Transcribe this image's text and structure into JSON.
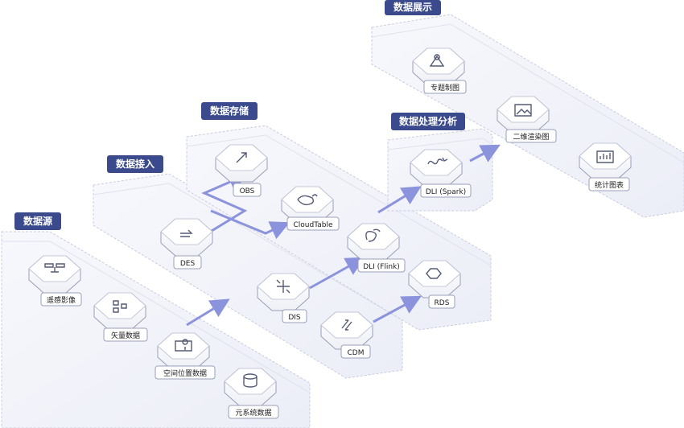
{
  "colors": {
    "header_bg": "#3a4a8c",
    "arrow": "#8b93dc",
    "platform_fill": "#f4f5fb",
    "platform_stroke": "#c9cce0",
    "node_fill": "#ffffff",
    "node_stroke": "#9a9fb8"
  },
  "layers": [
    {
      "title": "数据源"
    },
    {
      "title": "数据接入"
    },
    {
      "title": "数据存储"
    },
    {
      "title": "数据处理分析"
    },
    {
      "title": "数据展示"
    }
  ],
  "nodes": [
    {
      "label": "遥感影像",
      "icon": "satellite-icon"
    },
    {
      "label": "矢量数据",
      "icon": "vector-data-icon"
    },
    {
      "label": "空间位置数据",
      "icon": "location-pin-icon"
    },
    {
      "label": "元系统数据",
      "icon": "database-icon"
    },
    {
      "label": "DES",
      "icon": "transfer-arrow-icon"
    },
    {
      "label": "DIS",
      "icon": "cross-arrows-icon"
    },
    {
      "label": "CDM",
      "icon": "sync-arrows-icon"
    },
    {
      "label": "OBS",
      "icon": "upload-arrow-icon"
    },
    {
      "label": "CloudTable",
      "icon": "whale-icon"
    },
    {
      "label": "DLI (Flink)",
      "icon": "squirrel-icon"
    },
    {
      "label": "RDS",
      "icon": "hexagon-cluster-icon"
    },
    {
      "label": "DLI (Spark)",
      "icon": "spark-icon"
    },
    {
      "label": "专题制图",
      "icon": "map-pin-icon"
    },
    {
      "label": "二维渲染图",
      "icon": "image-icon"
    },
    {
      "label": "统计图表",
      "icon": "bar-chart-icon"
    }
  ]
}
